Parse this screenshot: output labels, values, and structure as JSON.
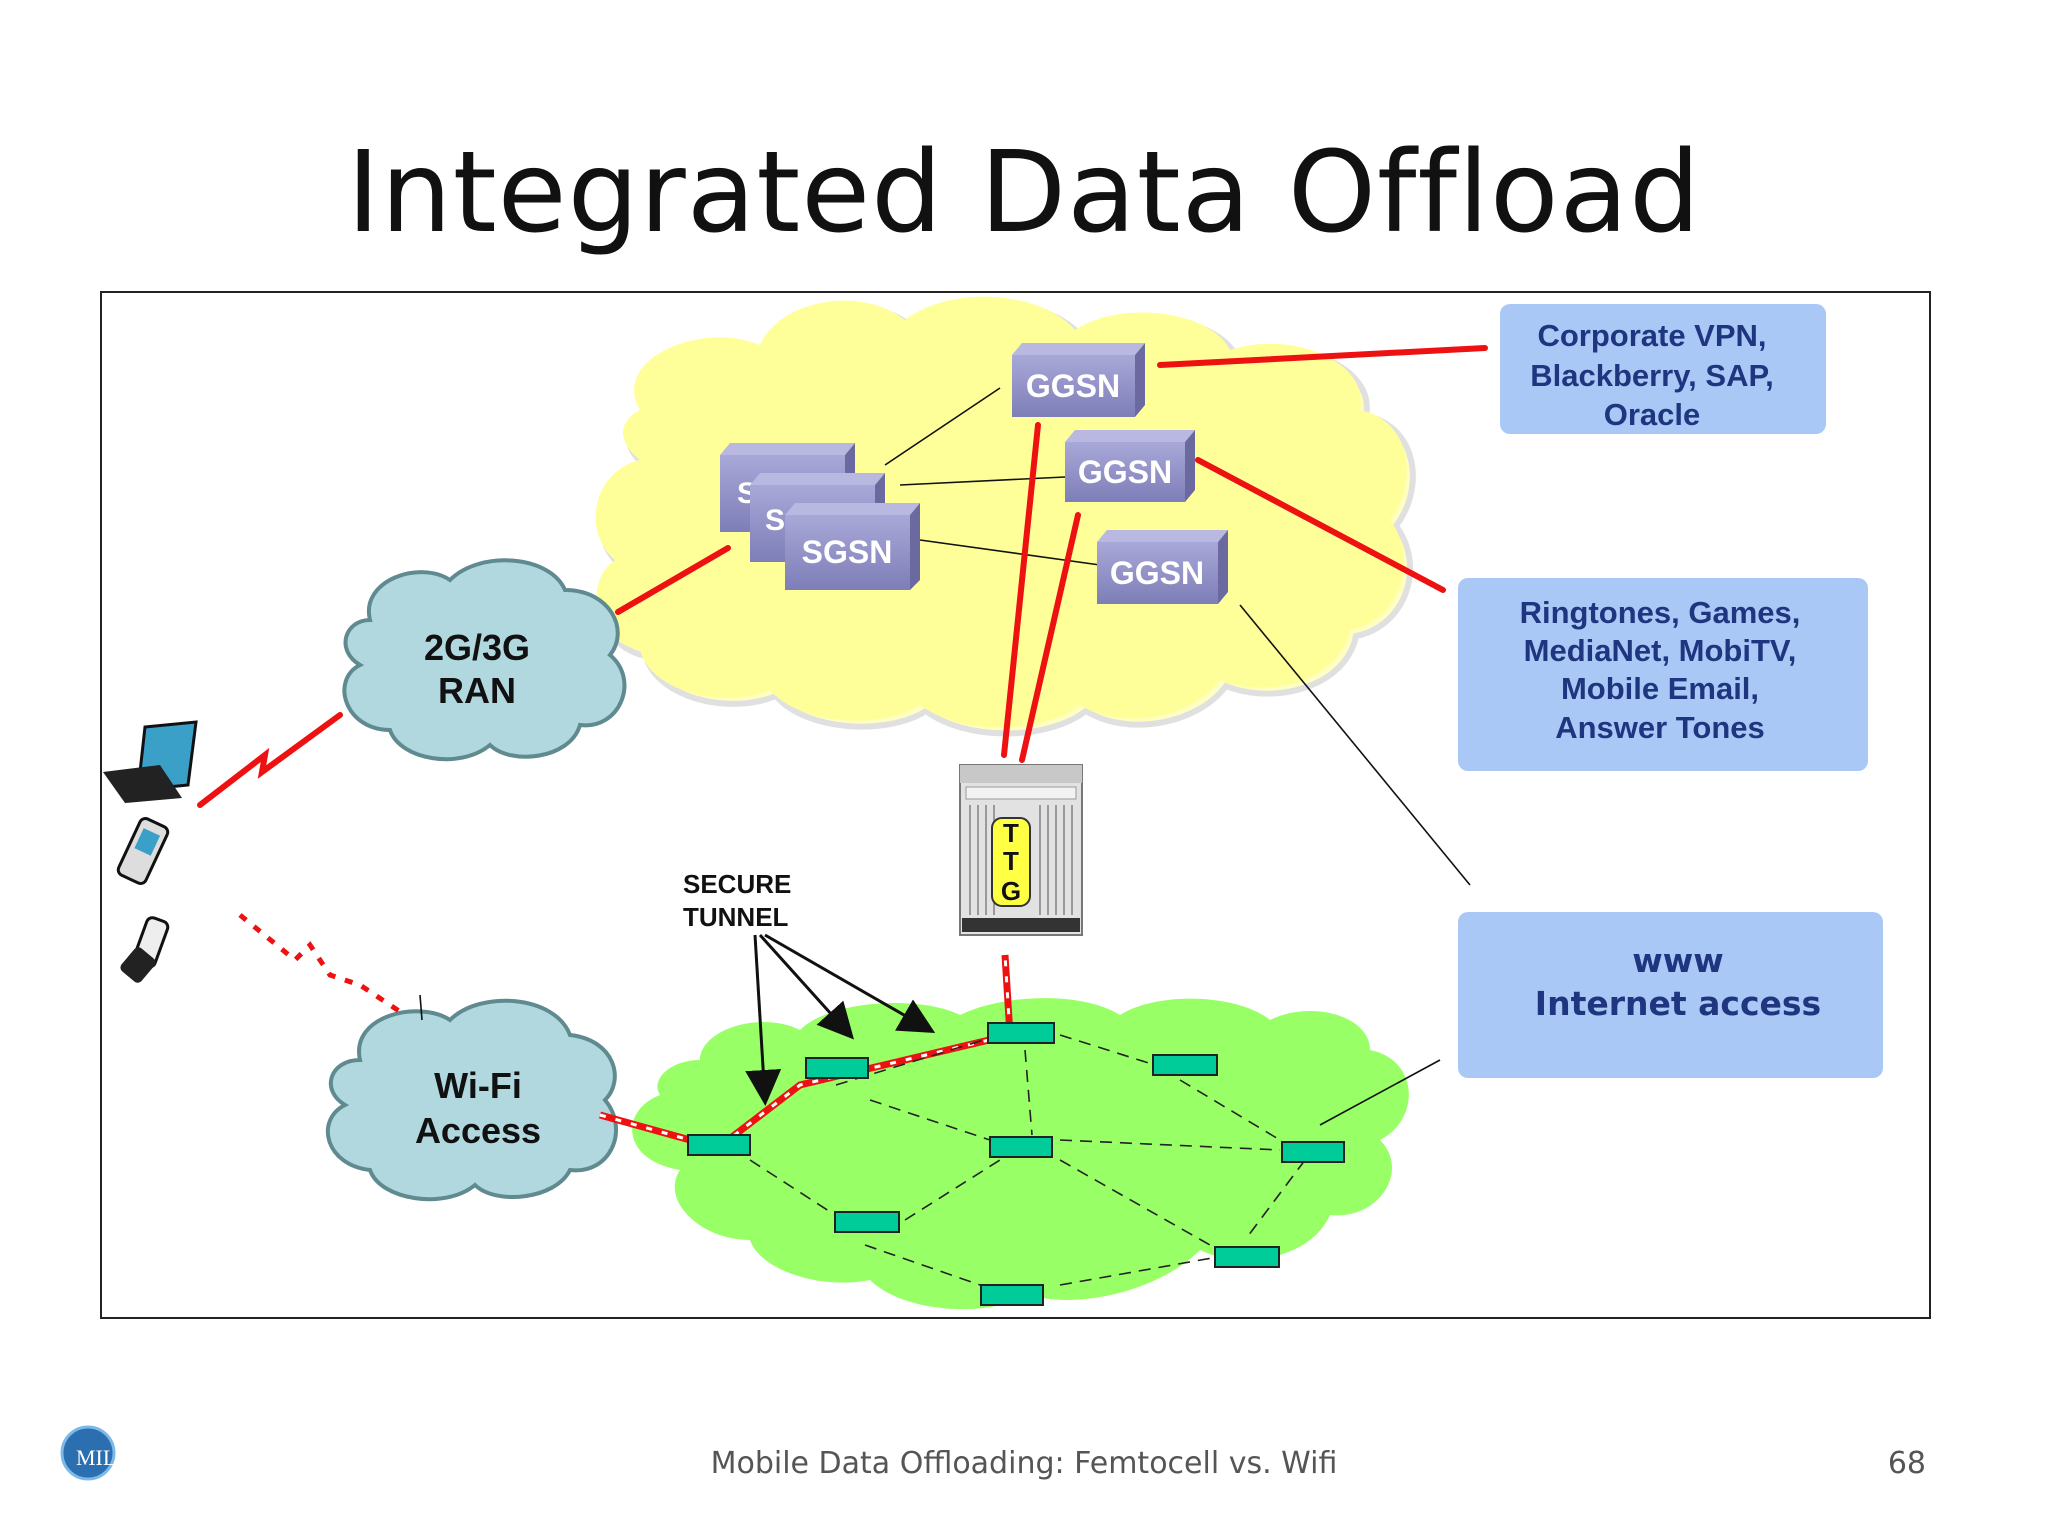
{
  "slide": {
    "title": "Integrated Data Offload",
    "footer": "Mobile Data Offloading: Femtocell vs. Wifi",
    "page_number": "68",
    "logo_text": "MILIDETIK"
  },
  "diagram": {
    "sgsn_labels": [
      "S",
      "S",
      "SGSN"
    ],
    "ggsn_labels": [
      "GGSN",
      "GGSN",
      "GGSN"
    ],
    "ran_line1": "2G/3G",
    "ran_line2": "RAN",
    "wifi_line1": "Wi-Fi",
    "wifi_line2": "Access",
    "ttg_letters": [
      "T",
      "T",
      "G"
    ],
    "secure_tunnel_line1": "SECURE",
    "secure_tunnel_line2": "TUNNEL",
    "services": {
      "corporate": [
        "Corporate VPN,",
        "Blackberry, SAP,",
        "Oracle"
      ],
      "content": [
        "Ringtones, Games,",
        "MediaNet, MobiTV,",
        "Mobile Email,",
        "Answer Tones"
      ],
      "internet": [
        "www",
        "Internet access"
      ]
    },
    "colors": {
      "core_cloud": "#FFFF99",
      "ran_cloud": "#B0D8DE",
      "mesh_cloud": "#99FF66",
      "node_box": "#9494C8",
      "service_box": "#A9C8F5",
      "link_red": "#EE1111",
      "mesh_node": "#00CC99"
    }
  }
}
